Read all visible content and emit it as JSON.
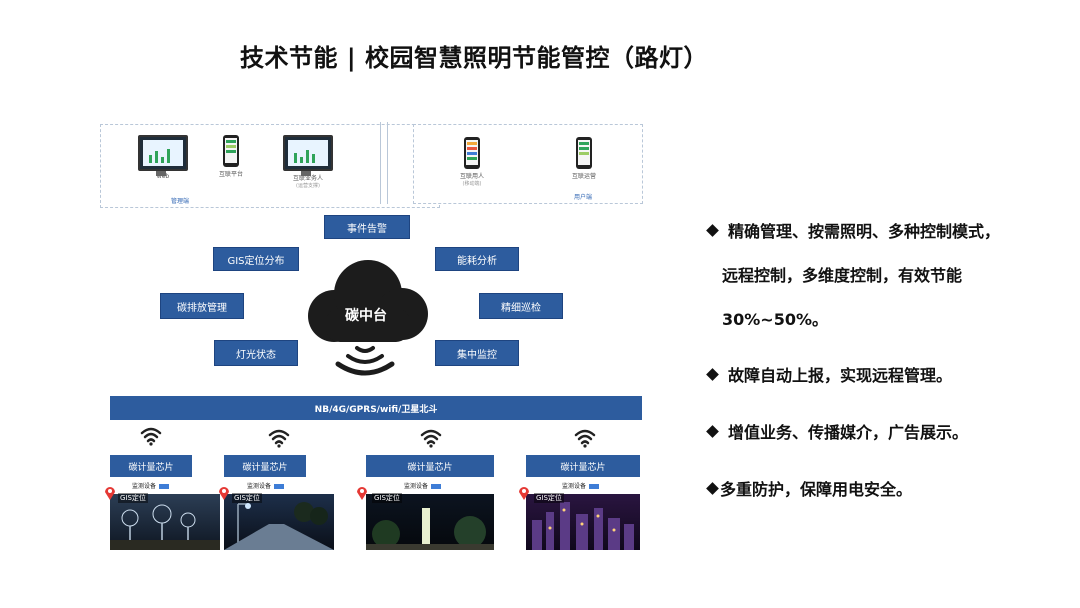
{
  "title": "技术节能 | 校园智慧照明节能管控（路灯）",
  "devices_left": [
    {
      "label": "web",
      "sub": ""
    },
    {
      "label": "互联平台",
      "sub": ""
    },
    {
      "label": "互联业务人",
      "sub": "(运营支撑)"
    }
  ],
  "devices_left_tag": "管理端",
  "devices_right": [
    {
      "label": "互联用人",
      "sub": "(移动端)"
    },
    {
      "label": "互联运营",
      "sub": ""
    }
  ],
  "devices_right_tag": "用户端",
  "hub_label": "碳中台",
  "functions": {
    "event": "事件告警",
    "gis": "GIS定位分布",
    "energy": "能耗分析",
    "carbon": "碳排放管理",
    "patrol": "精细巡检",
    "lamp": "灯光状态",
    "monitor": "集中监控"
  },
  "network_label": "NB/4G/GPRS/wifi/卫星北斗",
  "nodes": [
    {
      "chip": "碳计量芯片",
      "sensor": "监测设备",
      "gis": "GIS定位"
    },
    {
      "chip": "碳计量芯片",
      "sensor": "监测设备",
      "gis": "GIS定位"
    },
    {
      "chip": "碳计量芯片",
      "sensor": "监测设备",
      "gis": "GIS定位"
    },
    {
      "chip": "碳计量芯片",
      "sensor": "监测设备",
      "gis": "GIS定位"
    }
  ],
  "bullets": {
    "b1_line1": "精确管理、按需照明、多种控制模式，",
    "b1_line2": "远程控制，多维度控制，有效节能",
    "b1_line3": "30%~50%。",
    "b2": "故障自动上报，实现远程管理。",
    "b3": "增值业务、传播媒介，广告展示。",
    "b4": "多重防护，保障用电安全。"
  },
  "colors": {
    "box_blue": "#2d5c9e",
    "panel_border": "#b9c7d8"
  }
}
